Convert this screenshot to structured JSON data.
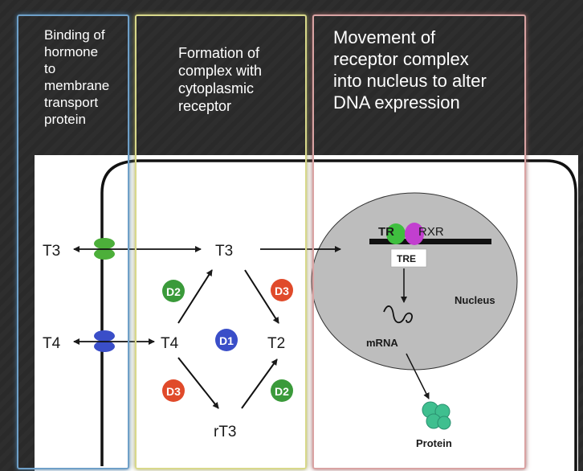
{
  "panels": {
    "binding": "Binding of\nhormone\nto\nmembrane\ntransport\nprotein",
    "formation": "Formation of\ncomplex with\ncytoplasmic\nreceptor",
    "movement": "Movement of\nreceptor complex\ninto nucleus to alter\nDNA expression"
  },
  "diagram": {
    "t3_outside": "T3",
    "t4_outside": "T4",
    "t3_cell": "T3",
    "t4_cell": "T4",
    "t2_cell": "T2",
    "rt3_cell": "rT3",
    "enzymes": {
      "d2_top": "D2",
      "d3_top": "D3",
      "d1": "D1",
      "d3_bottom": "D3",
      "d2_bottom": "D2"
    },
    "tr": "TR",
    "rxr": "RXR",
    "tre": "TRE",
    "nucleus": "Nucleus",
    "mrna": "mRNA",
    "protein": "Protein",
    "colors": {
      "d2": "#3a9a3a",
      "d3": "#e04a2a",
      "d1": "#3a4ec8",
      "transporter_t3": "#4caf3a",
      "transporter_t4": "#3a4ec8",
      "tr": "#3fbf3f",
      "rxr": "#c23fcf",
      "protein": "#3fbf8f",
      "nucleus": "#bdbdbd"
    }
  }
}
